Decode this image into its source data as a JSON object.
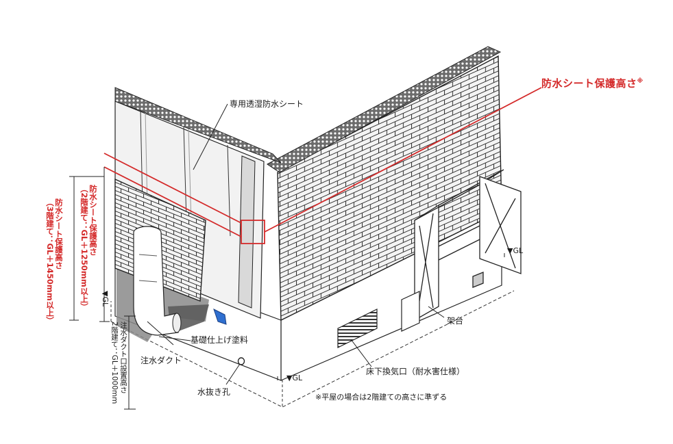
{
  "labels": {
    "sheet_height_title": "防水シート保護高さ",
    "note_mark": "※",
    "membrane": "専用透湿防水シート",
    "foundation_coating": "基礎仕上げ塗料",
    "injection_duct": "注水ダクト",
    "drain_hole": "水抜き孔",
    "stand": "架台",
    "underfloor_vent": "床下換気口（耐水害仕様）",
    "flat_note": "※平屋の場合は2階建ての高さに準ずる",
    "gl": "▼GL"
  },
  "dimensions": {
    "three_story": [
      "防水シート保護高さ",
      "（3階建て：GL＋1450mm以上）"
    ],
    "two_story": [
      "防水シート保護高さ",
      "（2階建て：GL＋1250mm以上）"
    ],
    "duct": [
      "注水ダクト口設置高さ",
      "2階建て：GL＋1000mm"
    ]
  },
  "colors": {
    "accent_red": "#d42a2a",
    "line": "#1e1e1e",
    "brick_fill": "#f4f4f4",
    "membrane_fill": "#f2f2f2",
    "ground_shade": "#8a8a8a",
    "blue_part": "#2f6fd0"
  }
}
